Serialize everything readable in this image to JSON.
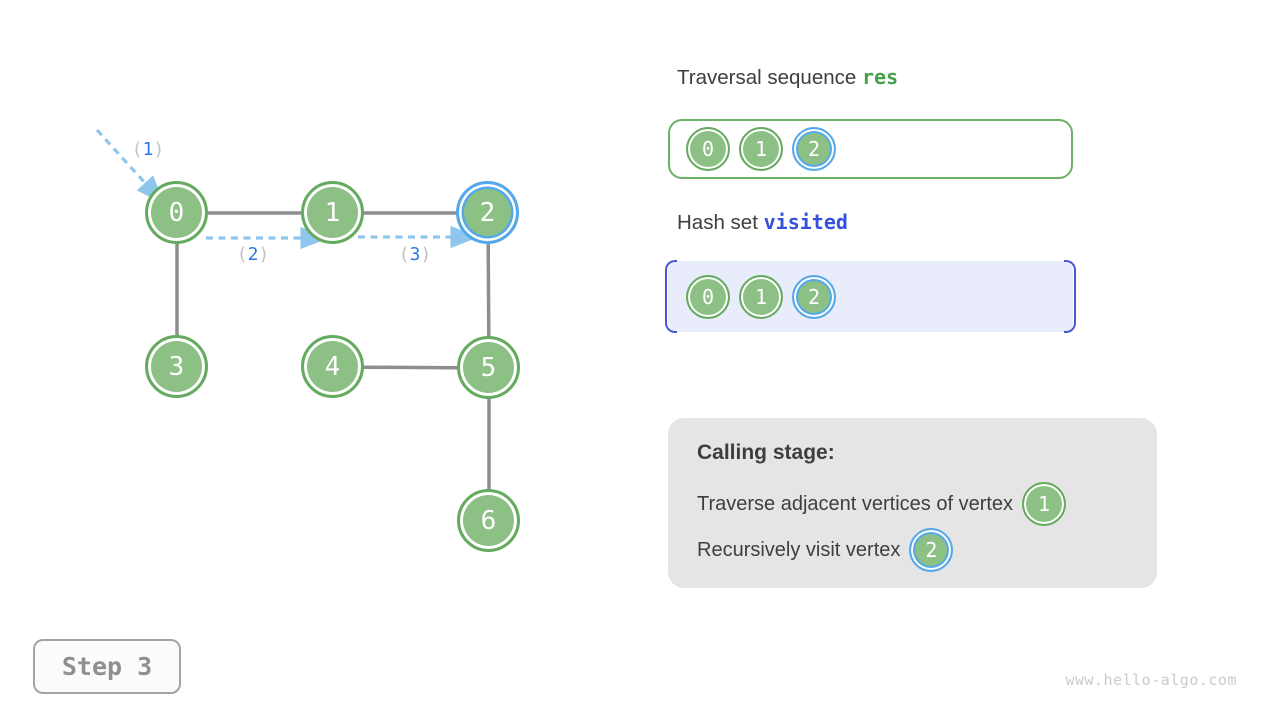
{
  "page": {
    "step_label": "Step 3",
    "watermark": "www.hello-algo.com"
  },
  "colors": {
    "node_fill": "#8cc084",
    "node_ring": "#65ab5f",
    "highlight_blue": "#55a8e9",
    "edge_gray": "#8e8e8e",
    "arrow_blue": "#8ec6ee",
    "label_blue": "#2c7be2",
    "paren_gray": "#c2c2c2",
    "res_border": "#6db167",
    "res_green": "#43a047",
    "visited_blue": "#3450dd",
    "visited_bg": "#e9edfb",
    "visited_bracket": "#4a58cd",
    "calling_bg": "#e5e5e5",
    "text_dark": "#3e3e3e"
  },
  "graph": {
    "nodes": [
      {
        "label": "0"
      },
      {
        "label": "1"
      },
      {
        "label": "2"
      },
      {
        "label": "3"
      },
      {
        "label": "4"
      },
      {
        "label": "5"
      },
      {
        "label": "6"
      }
    ],
    "annotations": [
      {
        "open": "(",
        "value": "1",
        "close": ")"
      },
      {
        "open": "(",
        "value": "2",
        "close": ")"
      },
      {
        "open": "(",
        "value": "3",
        "close": ")"
      }
    ]
  },
  "panels": {
    "traversal": {
      "title": "Traversal sequence",
      "var": "res",
      "items": [
        "0",
        "1",
        "2"
      ]
    },
    "visited": {
      "title": "Hash set",
      "var": "visited",
      "items": [
        "0",
        "1",
        "2"
      ]
    },
    "calling": {
      "title": "Calling stage:",
      "lines": [
        {
          "text": "Traverse adjacent vertices of vertex",
          "node": "1"
        },
        {
          "text": "Recursively visit vertex",
          "node": "2"
        }
      ]
    }
  }
}
